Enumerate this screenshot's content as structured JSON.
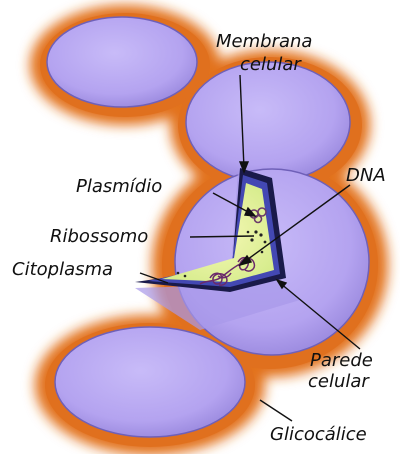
{
  "labels": {
    "membrana_line1": "Membrana",
    "membrana_line2": "celular",
    "dna": "DNA",
    "plasmidio": "Plasmídio",
    "ribossomo": "Ribossomo",
    "citoplasma": "Citoplasma",
    "parede_line1": "Parede",
    "parede_line2": "celular",
    "glicocalice": "Glicocálice"
  },
  "colors": {
    "glycocalyx_orange": "#e2721f",
    "cell_lavender": "#b9a8f4",
    "cell_shadow": "#8f7fd8",
    "membrane_blue": "#3b3fa5",
    "wall_outline": "#1a1a4a",
    "cytoplasm_yellow": "#f2f5a8",
    "cytoplasm_green": "#c7ea7a"
  }
}
